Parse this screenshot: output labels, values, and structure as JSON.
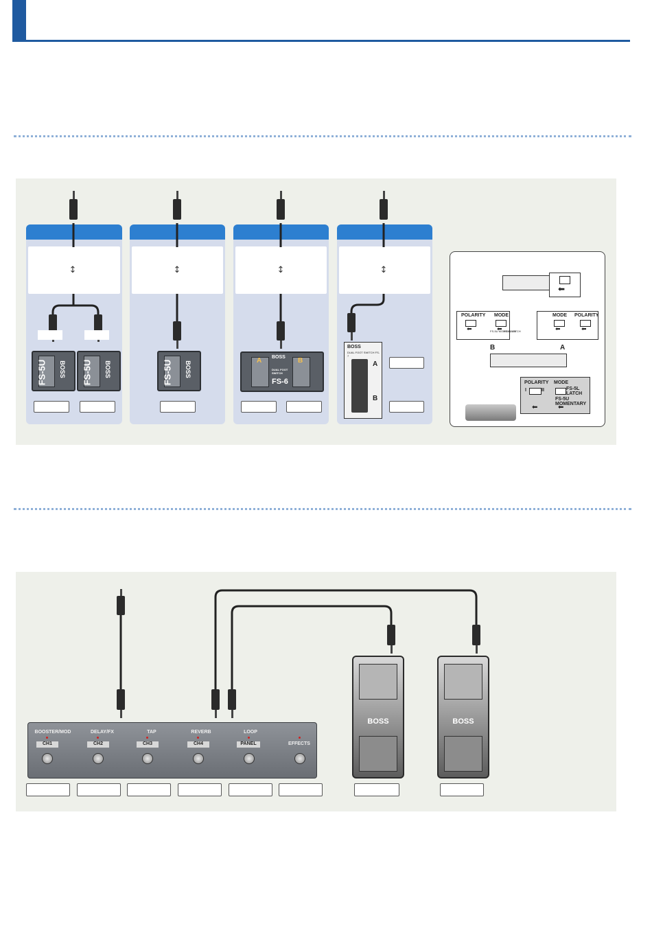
{
  "brand": "BOSS",
  "colors": {
    "accent": "#1f5aa0",
    "column": "#d5dcec",
    "column_header": "#2d7fd0",
    "panel": "#eef0ea"
  },
  "pedals": {
    "fs5u": "FS-5U",
    "fs6": "FS-6",
    "fs6_sub": "DUAL FOOT SWITCH",
    "fs6_a": "A",
    "fs6_b": "B",
    "fs7_sub": "DUAL FOOT SWITCH FS-7",
    "fs7_a": "A",
    "fs7_b": "B"
  },
  "switch_diagram": {
    "polarity": "POLARITY",
    "mode": "MODE",
    "fs5u_momentary": "FS-5U MOMENTARY",
    "fs5l_latch": "FS-5L LATCH",
    "side_b": "B",
    "side_a": "A",
    "bottom_polarity": "POLARITY",
    "bottom_mode": "MODE",
    "bottom_fs5l": "FS-5L LATCH",
    "bottom_fs5u": "FS-5U MOMENTARY",
    "pos_i": "I",
    "pos_ii": "II"
  },
  "board": {
    "groups": [
      "BOOSTER/MOD",
      "DELAY/FX",
      "TAP",
      "REVERB",
      "LOOP"
    ],
    "buttons": [
      "CH1",
      "CH2",
      "CH3",
      "CH4",
      "PANEL"
    ],
    "effects": "EFFECTS"
  },
  "icons": [
    "phone-plug-icon",
    "updown-arrow-icon",
    "left-arrow-icon"
  ]
}
